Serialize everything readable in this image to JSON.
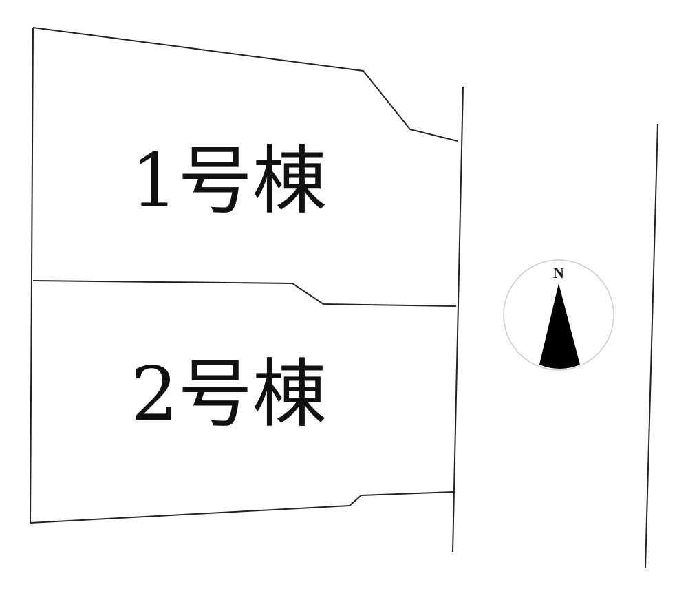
{
  "lots": [
    {
      "label": "1号棟"
    },
    {
      "label": "2号棟"
    }
  ],
  "compass": {
    "label": "N"
  }
}
